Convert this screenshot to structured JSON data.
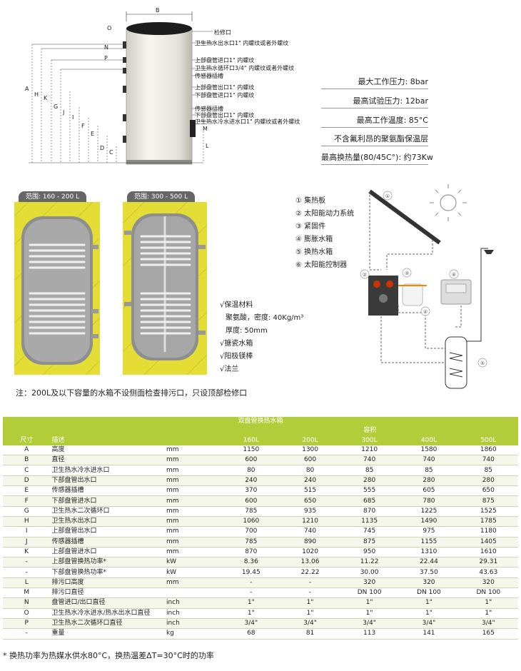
{
  "tank_diagram": {
    "dimension_letters": [
      "B",
      "O",
      "N",
      "P",
      "A",
      "H",
      "K",
      "G",
      "J",
      "I",
      "F",
      "E",
      "D",
      "C",
      "M",
      "L"
    ],
    "callouts": [
      "检修口",
      "卫生热水出水口1\" 内螺纹或者外螺纹",
      "上部盘管进口1\" 内螺纹",
      "卫生热水循环口3/4\" 内螺纹或者外螺纹",
      "传感器插槽",
      "上部盘管出口1\" 内螺纹",
      "下部盘管进口1\" 内螺纹",
      "传感器插槽",
      "下部盘管出口1\" 内螺纹",
      "卫生热水冷水进水口1\" 内螺纹或者外螺纹"
    ]
  },
  "specs": [
    "最大工作压力: 8bar",
    "最高试验压力: 12bar",
    "最高工作温度: 85°C",
    "不含氟利昂的聚氨酯保温层",
    "最高换热量(80/45C°): 约73Kw"
  ],
  "ranges": [
    "范围: 160 - 200 L",
    "范围: 300 - 500 L"
  ],
  "materials": {
    "insulation_title": "√保温材料",
    "density": "聚氨酸，密度: 40Kg/m³",
    "thickness": "厚度: 50mm",
    "enamel": "√搪瓷水箱",
    "anode": "√阳极镁棒",
    "flange": "√法兰"
  },
  "legend": [
    "① 集热板",
    "② 太阳能动力系统",
    "③ 紧固件",
    "④ 膨胀水箱",
    "⑤ 换热水箱",
    "⑥ 太阳能控制器"
  ],
  "system_numbers": [
    "①",
    "②",
    "③",
    "④",
    "⑤",
    "⑥"
  ],
  "note": "注：200L及以下容量的水箱不设侧面检查排污口，只设顶部检修口",
  "table": {
    "title": "双盘管换热水箱",
    "volume_header": "容积",
    "col_size": "尺寸",
    "col_desc": "描述",
    "volumes": [
      "160L",
      "200L",
      "300L",
      "400L",
      "500L"
    ],
    "rows": [
      {
        "code": "A",
        "desc": "高度",
        "unit": "mm",
        "v": [
          "1150",
          "1300",
          "1210",
          "1580",
          "1860"
        ]
      },
      {
        "code": "B",
        "desc": "直径",
        "unit": "mm",
        "v": [
          "600",
          "600",
          "740",
          "740",
          "740"
        ]
      },
      {
        "code": "C",
        "desc": "卫生热水冷水进水口",
        "unit": "mm",
        "v": [
          "80",
          "80",
          "85",
          "85",
          "85"
        ]
      },
      {
        "code": "D",
        "desc": "下部盘管出水口",
        "unit": "mm",
        "v": [
          "240",
          "240",
          "280",
          "280",
          "280"
        ]
      },
      {
        "code": "E",
        "desc": "传感器插槽",
        "unit": "mm",
        "v": [
          "370",
          "515",
          "555",
          "605",
          "650"
        ]
      },
      {
        "code": "F",
        "desc": "下部盘管进水口",
        "unit": "mm",
        "v": [
          "600",
          "650",
          "685",
          "780",
          "875"
        ]
      },
      {
        "code": "G",
        "desc": "卫生热水二次循环口",
        "unit": "mm",
        "v": [
          "785",
          "935",
          "870",
          "1225",
          "1525"
        ]
      },
      {
        "code": "H",
        "desc": "卫生热水出水口",
        "unit": "mm",
        "v": [
          "1060",
          "1210",
          "1135",
          "1490",
          "1785"
        ]
      },
      {
        "code": "I",
        "desc": "上部盘管出水口",
        "unit": "mm",
        "v": [
          "700",
          "740",
          "745",
          "975",
          "1180"
        ]
      },
      {
        "code": "J",
        "desc": "传感器插槽",
        "unit": "mm",
        "v": [
          "785",
          "890",
          "875",
          "1155",
          "1405"
        ]
      },
      {
        "code": "K",
        "desc": "上部盘管进水口",
        "unit": "mm",
        "v": [
          "870",
          "1020",
          "950",
          "1310",
          "1610"
        ]
      },
      {
        "code": "-",
        "desc": "上部盘管换热功率*",
        "unit": "kW",
        "v": [
          "8.36",
          "13.06",
          "11.22",
          "22.44",
          "29.31"
        ]
      },
      {
        "code": "-",
        "desc": "下部盘管换热功率*",
        "unit": "kW",
        "v": [
          "19.45",
          "22.22",
          "30.00",
          "37.50",
          "43.63"
        ]
      },
      {
        "code": "L",
        "desc": "排污口高度",
        "unit": "mm",
        "v": [
          "-",
          "-",
          "320",
          "320",
          "320"
        ]
      },
      {
        "code": "M",
        "desc": "排污口直径",
        "unit": "",
        "v": [
          "-",
          "-",
          "DN 100",
          "DN 100",
          "DN 100"
        ]
      },
      {
        "code": "N",
        "desc": "盘管进口/出口直径",
        "unit": "inch",
        "v": [
          "1\"",
          "1\"",
          "1\"",
          "1\"",
          "1\""
        ]
      },
      {
        "code": "O",
        "desc": "卫生热水冷水进水/热水出水口直径",
        "unit": "inch",
        "v": [
          "1\"",
          "1\"",
          "1\"",
          "1\"",
          "1\""
        ]
      },
      {
        "code": "P",
        "desc": "卫生热水二次循环口直径",
        "unit": "inch",
        "v": [
          "3/4\"",
          "3/4\"",
          "3/4\"",
          "3/4\"",
          "3/4\""
        ]
      },
      {
        "code": "-",
        "desc": "重量",
        "unit": "kg",
        "v": [
          "68",
          "81",
          "113",
          "141",
          "165"
        ]
      }
    ]
  },
  "footnote": "* 换热功率为热媒水供水80°C，换热温差ΔT=30°C时的功率",
  "colors": {
    "accent": "#b3cc3a",
    "insulation": "#e8e24a",
    "tank": "#9a9a9a"
  }
}
